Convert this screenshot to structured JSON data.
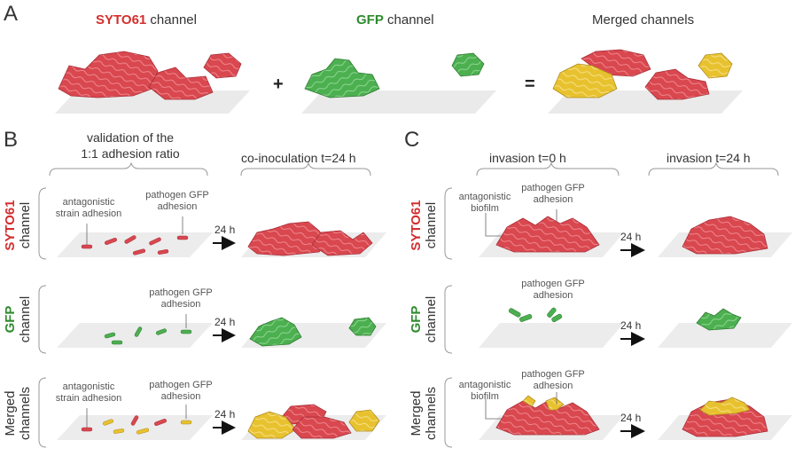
{
  "panel_a": {
    "letter": "A",
    "syto_word": "SYTO61",
    "syto_rest": " channel",
    "gfp_word": "GFP",
    "gfp_rest": " channel",
    "merged_title": "Merged channels",
    "plus": "+",
    "equals": "="
  },
  "panel_b": {
    "letter": "B",
    "group_left": "validation of the\n1:1 adhesion ratio",
    "group_right": "co-inoculation t=24 h",
    "row1_label_a": "antagonistic\nstrain adhesion",
    "row1_label_b": "pathogen GFP\nadhesion",
    "row2_label_b": "pathogen GFP\nadhesion",
    "row3_label_a": "antagonistic\nstrain adhesion",
    "row3_label_b": "pathogen GFP\nadhesion",
    "arrow_label": "24 h"
  },
  "panel_c": {
    "letter": "C",
    "group_left": "invasion t=0 h",
    "group_right": "invasion t=24 h",
    "row1_label_a": "antagonistic\nbiofilm",
    "row1_label_b": "pathogen GFP\nadhesion",
    "row2_label_b": "pathogen GFP\nadhesion",
    "row3_label_a": "antagonistic\nbiofilm",
    "row3_label_b": "pathogen GFP\nadhesion",
    "arrow_label": "24 h"
  },
  "row_labels": {
    "syto_word": "SYTO61",
    "gfp_word": "GFP",
    "channel_word": "channel",
    "merged_line1": "Merged",
    "merged_line2": "channels"
  },
  "colors": {
    "syto_red": "#d32f2f",
    "gfp_green": "#2e8b2e",
    "cell_red": "#d9474f",
    "cell_green": "#4caf50",
    "cell_yellow": "#e8c22e",
    "plate": "#e8e8e8"
  }
}
